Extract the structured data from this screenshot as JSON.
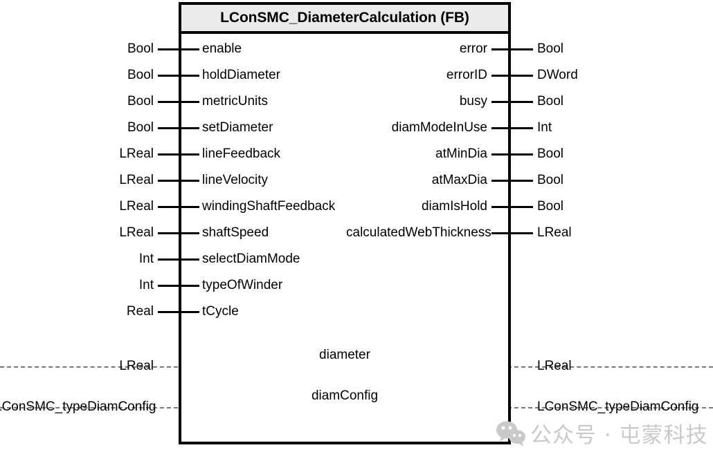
{
  "block": {
    "title": "LConSMC_DiameterCalculation (FB)",
    "kind": "function-block"
  },
  "inputs": [
    {
      "name": "enable",
      "type": "Bool"
    },
    {
      "name": "holdDiameter",
      "type": "Bool"
    },
    {
      "name": "metricUnits",
      "type": "Bool"
    },
    {
      "name": "setDiameter",
      "type": "Bool"
    },
    {
      "name": "lineFeedback",
      "type": "LReal"
    },
    {
      "name": "lineVelocity",
      "type": "LReal"
    },
    {
      "name": "windingShaftFeedback",
      "type": "LReal"
    },
    {
      "name": "shaftSpeed",
      "type": "LReal"
    },
    {
      "name": "selectDiamMode",
      "type": "Int"
    },
    {
      "name": "typeOfWinder",
      "type": "Int"
    },
    {
      "name": "tCycle",
      "type": "Real"
    }
  ],
  "outputs": [
    {
      "name": "error",
      "type": "Bool"
    },
    {
      "name": "errorID",
      "type": "DWord"
    },
    {
      "name": "busy",
      "type": "Bool"
    },
    {
      "name": "diamModeInUse",
      "type": "Int"
    },
    {
      "name": "atMinDia",
      "type": "Bool"
    },
    {
      "name": "atMaxDia",
      "type": "Bool"
    },
    {
      "name": "diamIsHold",
      "type": "Bool"
    },
    {
      "name": "calculatedWebThickness",
      "type": "LReal"
    }
  ],
  "inouts": [
    {
      "name": "diameter",
      "type_left": "LReal",
      "type_right": "LReal"
    },
    {
      "name": "diamConfig",
      "type_left": "LConSMC_typeDiamConfig",
      "type_right": "LConSMC_typeDiamConfig"
    }
  ],
  "watermark": {
    "icon": "wechat-icon",
    "text": "公众号 · 屯蒙科技"
  },
  "colors": {
    "title_bg": "#ebebeb",
    "border": "#000000",
    "dashed": "#777777",
    "watermark": "#c9c9c9"
  }
}
